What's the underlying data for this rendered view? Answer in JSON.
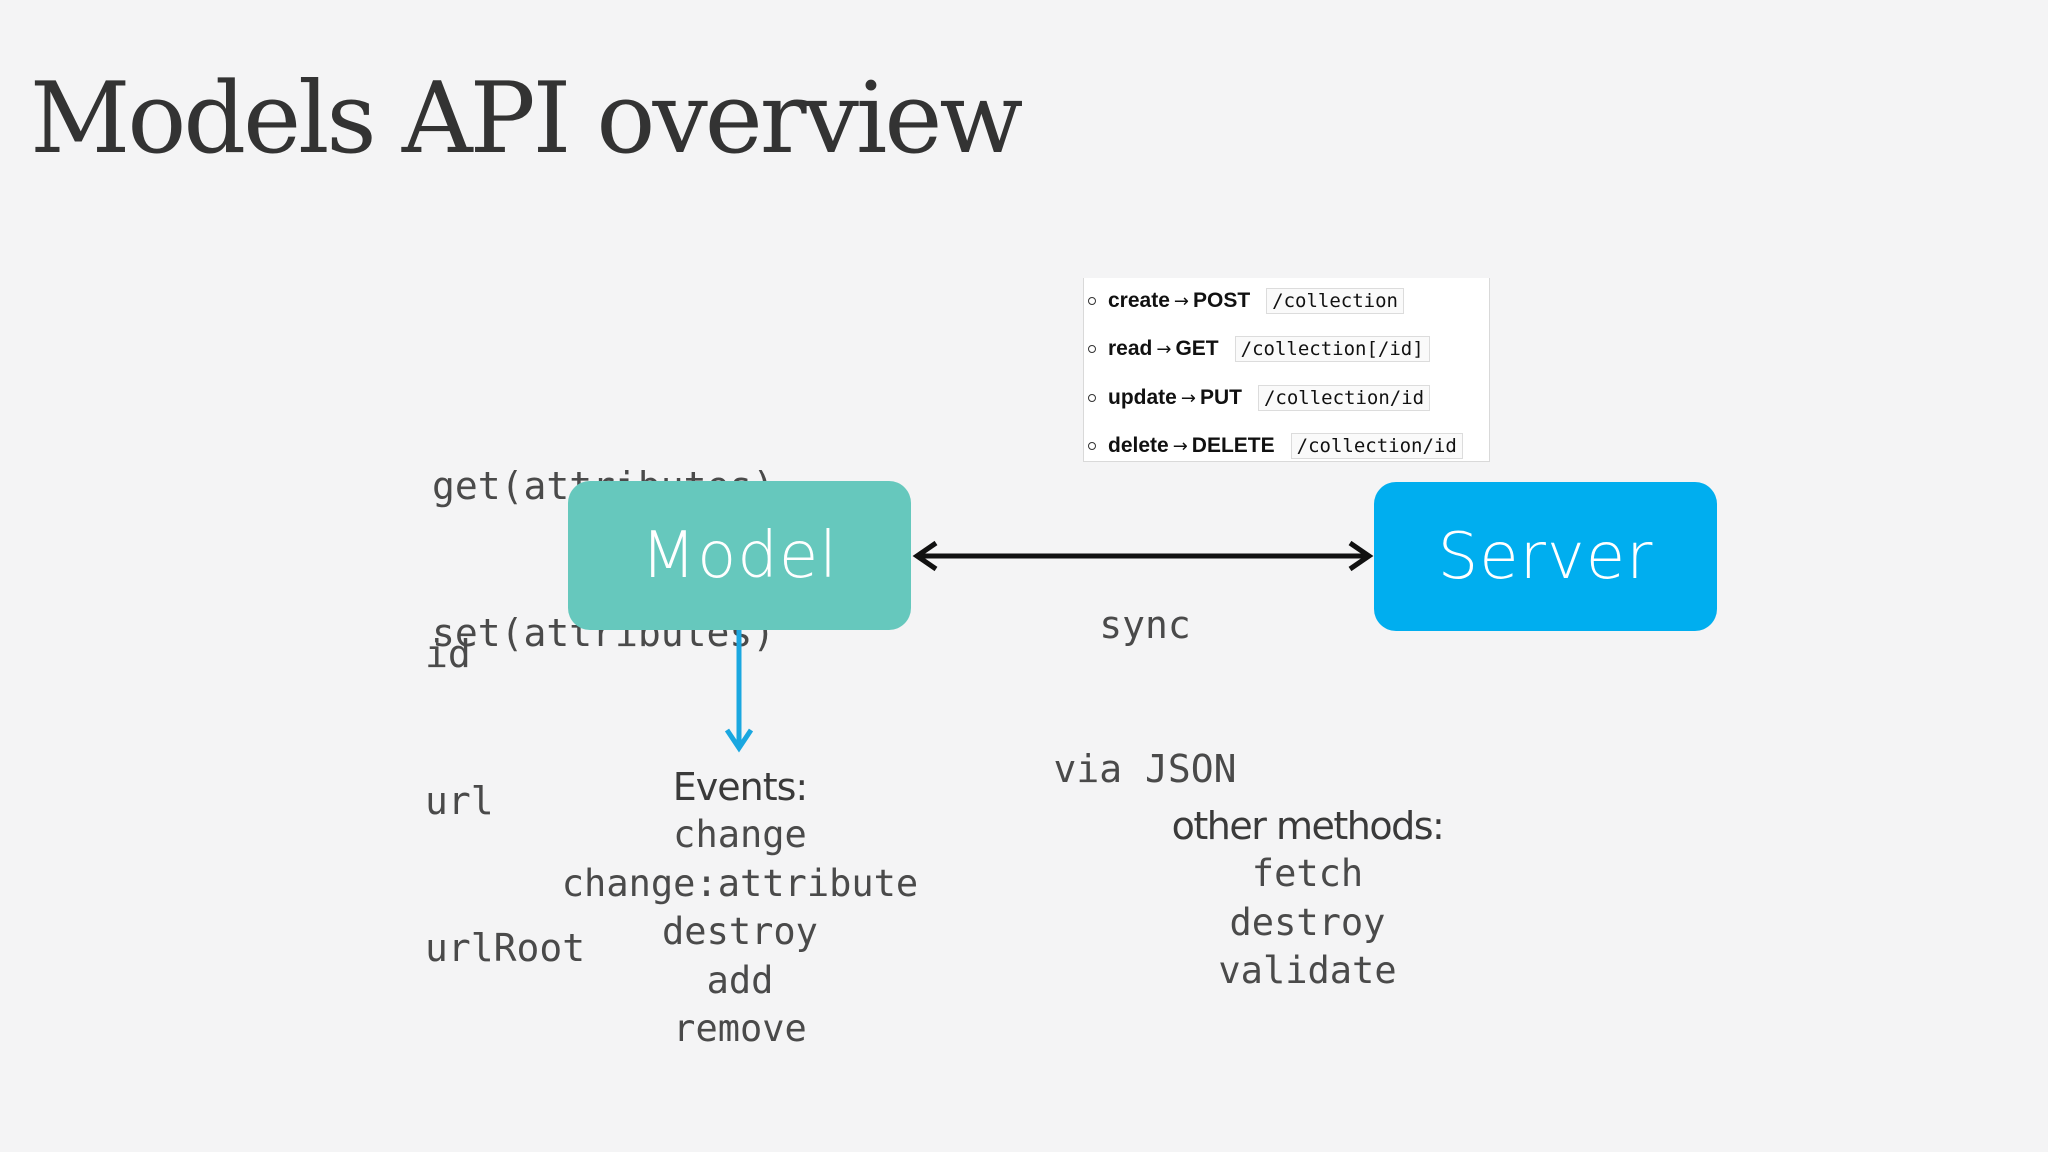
{
  "slide": {
    "title": "Models API overview",
    "accessors": [
      "get(attributes)",
      "set(attributes)"
    ],
    "properties": [
      "id",
      "url",
      "urlRoot"
    ],
    "model_label": "Model",
    "server_label": "Server",
    "sync_label": [
      "sync",
      "via JSON"
    ],
    "events": {
      "heading": "Events:",
      "items": [
        "change",
        "change:attribute",
        "destroy",
        "add",
        "remove"
      ]
    },
    "other_methods": {
      "heading": "other methods:",
      "items": [
        "fetch",
        "destroy",
        "validate"
      ]
    },
    "crud_mapping": [
      {
        "op": "create",
        "verb": "POST",
        "path": "/collection"
      },
      {
        "op": "read",
        "verb": "GET",
        "path": "/collection[/id]"
      },
      {
        "op": "update",
        "verb": "PUT",
        "path": "/collection/id"
      },
      {
        "op": "delete",
        "verb": "DELETE",
        "path": "/collection/id"
      }
    ],
    "arrow_symbol": "→",
    "colors": {
      "model": "#66c8bd",
      "server": "#00aeef",
      "event_arrow": "#1aa7e0",
      "sync_arrow": "#111111",
      "background": "#f4f4f5"
    }
  }
}
